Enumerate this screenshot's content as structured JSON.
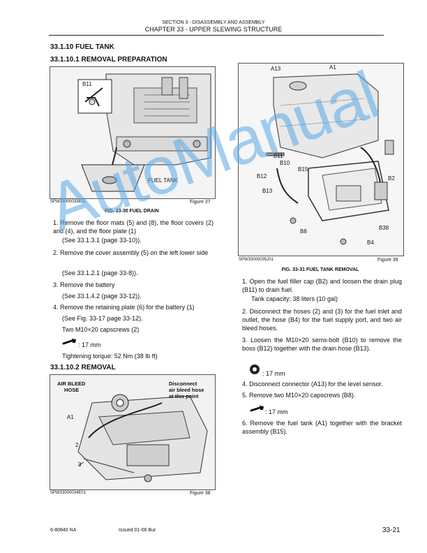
{
  "header": {
    "section": "SECTION 3 - DISASSEMBLY AND ASSEMBLY",
    "chapter": "CHAPTER 33 - UPPER SLEWING STRUCTURE"
  },
  "left": {
    "heading1": "33.1.10  FUEL TANK",
    "heading2": "33.1.10.1  REMOVAL PREPARATION",
    "fig37": {
      "code": "SPW33000033E01",
      "label": "Figure 37",
      "callout_b11": "B11",
      "callout_tank": "FUEL TANK",
      "caption": "FIG. 33-30 FUEL DRAIN"
    },
    "steps": [
      "1. Remove the floor mats (5) and (8), the floor covers (2) and (4), and the floor plate (1)",
      "(See 33.1.3.1  (page 33-10)).",
      "2. Remove the cover assembly (5) on the left lower side",
      "(See 33.1.2.1  (page 33-8)).",
      "3. Remove the battery",
      "(See 33.1.4.2  (page 33-12)).",
      "4. Remove the retaining plate (6) for the battery (1)",
      "(See Fig. 33-17 page 33-12).",
      "Two M10×20 capscrews (2)",
      ": 17 mm",
      "Tightening torque: 52 Nm (38 lb ft)"
    ],
    "heading3": "33.1.10.2  REMOVAL",
    "fig38": {
      "code": "SPW33000034E01",
      "label": "Figure 38",
      "callout_air": "AIR BLEED\nHOSE",
      "callout_air1": "AIR BLEED",
      "callout_air2": "HOSE",
      "callout_disc1": "Disconnect",
      "callout_disc2": "air bleed hose",
      "callout_disc3": "at this point",
      "callout_a1": "A1",
      "callout_2": "2",
      "callout_3": "3"
    }
  },
  "right": {
    "fig39": {
      "code": "SPW33000035J01",
      "label": "Figure 39",
      "caption": "FIG. 33-31 FUEL TANK REMOVAL",
      "callouts": {
        "a13": "A13",
        "a1": "A1",
        "b11": "B11",
        "b10": "B10",
        "b15": "B15",
        "b12": "B12",
        "b13": "B13",
        "b2": "B2",
        "b8": "B8",
        "b38": "B38",
        "b4": "B4"
      }
    },
    "steps": [
      "1. Open the fuel filler cap (B2) and loosen the drain plug (B11) to drain fuel.",
      "Tank capacity: 38 liters (10 gal)",
      "2. Disconnect the hoses (2) and (3) for the fuel inlet and outlet, the hose (B4) for the fuel supply port, and two air bleed hoses.",
      "3. Loosen the M10×20 sems-bolt (B10) to remove the boss (B12) together with the drain hose (B13).",
      ": 17 mm",
      "4. Disconnect connector (A13) for the level sensor.",
      "5. Remove two M10×20 capscrews (B8).",
      ": 17 mm",
      "6. Remove the fuel tank (A1) together with the bracket assembly (B15)."
    ]
  },
  "watermark": "AutoManual",
  "footer": {
    "doc": "6-80840 NA",
    "issued": "Issued 01-06   Bur",
    "page": "33-21"
  },
  "colors": {
    "watermark": "#5aa9e6",
    "text": "#111111"
  }
}
